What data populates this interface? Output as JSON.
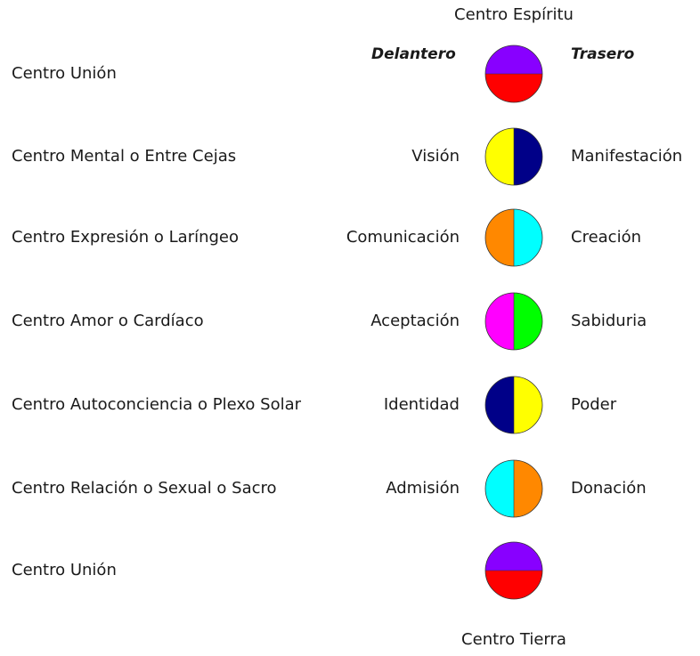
{
  "axis": {
    "top": "Centro Espíritu",
    "bottom": "Centro Tierra"
  },
  "headers": {
    "front": "Delantero",
    "back": "Trasero"
  },
  "rows": [
    {
      "center": "Centro Unión",
      "front": "",
      "back": "",
      "split": "horizontal",
      "colors": [
        "#8800ff",
        "#ff0000"
      ]
    },
    {
      "center": "Centro Mental o Entre Cejas",
      "front": "Visión",
      "back": "Manifestación",
      "split": "vertical",
      "colors": [
        "#ffff00",
        "#000088"
      ]
    },
    {
      "center": "Centro Expresión o Laríngeo",
      "front": "Comunicación",
      "back": "Creación",
      "split": "vertical",
      "colors": [
        "#ff8800",
        "#00ffff"
      ]
    },
    {
      "center": "Centro Amor o Cardíaco",
      "front": "Aceptación",
      "back": "Sabiduria",
      "split": "vertical",
      "colors": [
        "#ff00ff",
        "#00ff00"
      ]
    },
    {
      "center": "Centro Autoconciencia o Plexo Solar",
      "front": "Identidad",
      "back": "Poder",
      "split": "vertical",
      "colors": [
        "#000088",
        "#ffff00"
      ]
    },
    {
      "center": "Centro Relación o Sexual o Sacro",
      "front": "Admisión",
      "back": "Donación",
      "split": "vertical",
      "colors": [
        "#00ffff",
        "#ff8800"
      ]
    },
    {
      "center": "Centro Unión",
      "front": "",
      "back": "",
      "split": "horizontal",
      "colors": [
        "#8800ff",
        "#ff0000"
      ]
    }
  ]
}
